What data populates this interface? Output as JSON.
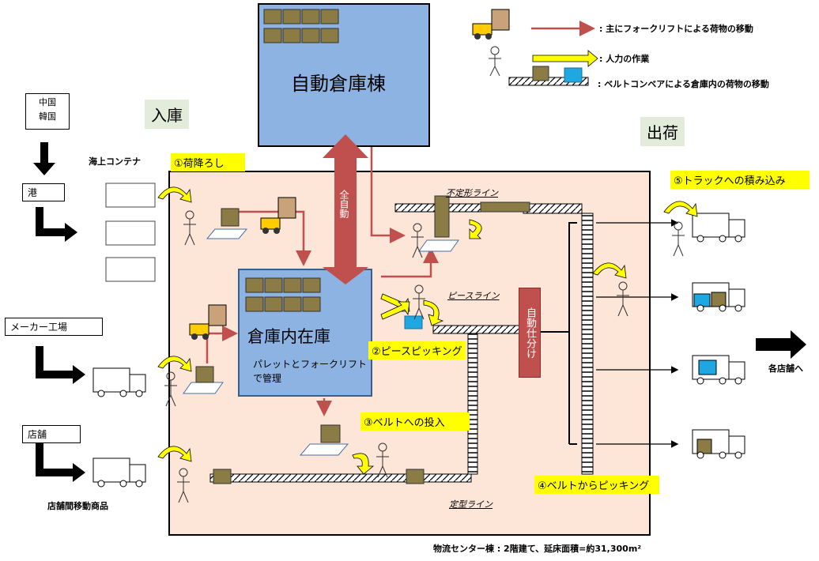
{
  "sections": {
    "inbound": "入庫",
    "outbound": "出荷"
  },
  "buildings": {
    "auto_warehouse": "自動倉庫棟",
    "internal_stock_title": "倉庫内在庫",
    "internal_stock_note_1": "パレットとフォークリフト",
    "internal_stock_note_2": "で管理",
    "auto_label": "全自動"
  },
  "sources": {
    "china_korea_1": "中国",
    "china_korea_2": "韓国",
    "port": "港",
    "container": "海上コンテナ",
    "maker": "メーカー工場",
    "store": "店舗",
    "store_transfer": "店舗間移動商品"
  },
  "steps": {
    "unload": "①荷降ろし",
    "piece_picking": "②ピースピッキング",
    "belt_in": "③ベルトへの投入",
    "belt_pick": "④ベルトからピッキング",
    "truck_load": "⑤トラックへの積み込み"
  },
  "lines": {
    "irregular": "不定形ライン",
    "piece": "ピースライン",
    "regular": "定型ライン",
    "auto_sort": "自動仕分け"
  },
  "legend": {
    "forklift": ": 主にフォークリフトによる荷物の移動",
    "manual": ": 人力の作業",
    "conveyor": ": ベルトコンベアによる倉庫内の荷物の移動"
  },
  "destination": "各店舗へ",
  "footer": "物流センター棟 : 2階建て、延床面積=約31,300m²",
  "colors": {
    "facility_bg": "#fde5d8",
    "building_blue": "#8db3e2",
    "arrow_red": "#c0504d",
    "highlight_yellow": "#ffff00",
    "section_bg": "#e3ecda",
    "crate": "#8b7b45",
    "cyan_box": "#1ea7e1"
  }
}
